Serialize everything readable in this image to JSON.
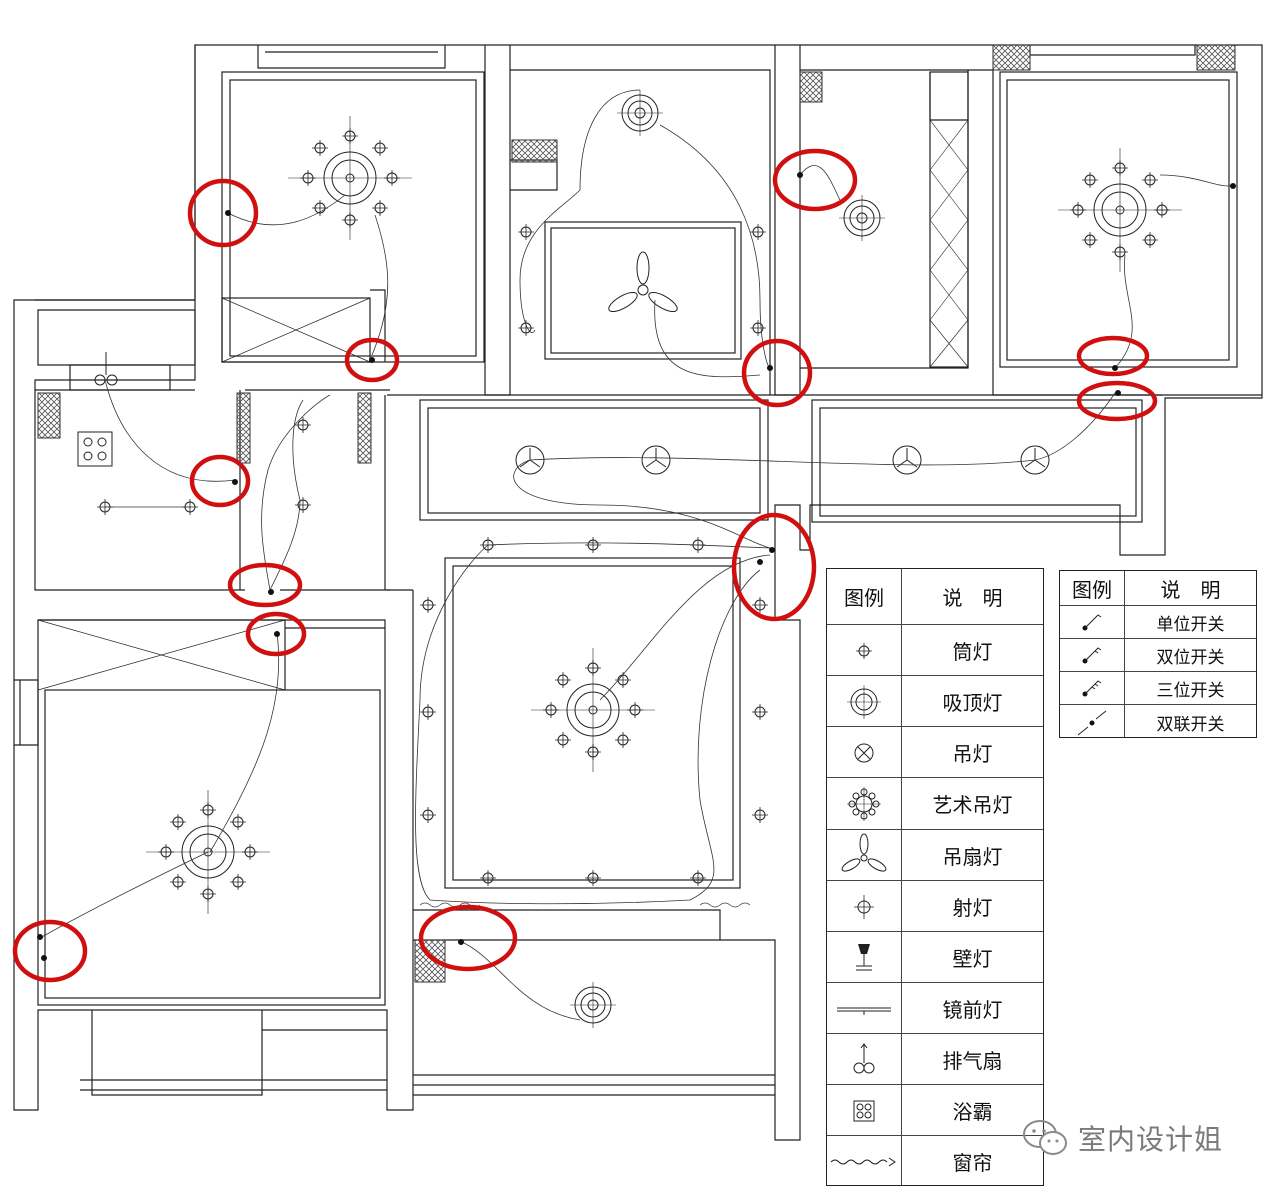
{
  "legend_main": {
    "header_symbol": "图例",
    "header_desc": "说　明",
    "items": [
      {
        "symbol": "downlight-icon",
        "label": "筒灯"
      },
      {
        "symbol": "ceiling-light-icon",
        "label": "吸顶灯"
      },
      {
        "symbol": "pendant-light-icon",
        "label": "吊灯"
      },
      {
        "symbol": "art-chandelier-icon",
        "label": "艺术吊灯"
      },
      {
        "symbol": "ceiling-fan-light-icon",
        "label": "吊扇灯"
      },
      {
        "symbol": "spotlight-icon",
        "label": "射灯"
      },
      {
        "symbol": "wall-lamp-icon",
        "label": "壁灯"
      },
      {
        "symbol": "mirror-light-icon",
        "label": "镜前灯"
      },
      {
        "symbol": "exhaust-fan-icon",
        "label": "排气扇"
      },
      {
        "symbol": "bath-heater-icon",
        "label": "浴霸"
      },
      {
        "symbol": "curtain-icon",
        "label": "窗帘"
      }
    ]
  },
  "legend_switch": {
    "header_symbol": "图例",
    "header_desc": "说　明",
    "items": [
      {
        "symbol": "single-switch-icon",
        "label": "单位开关"
      },
      {
        "symbol": "double-switch-icon",
        "label": "双位开关"
      },
      {
        "symbol": "triple-switch-icon",
        "label": "三位开关"
      },
      {
        "symbol": "dual-control-switch-icon",
        "label": "双联开关"
      }
    ]
  },
  "watermark": {
    "text": "室内设计姐",
    "icon": "wechat-icon"
  },
  "colors": {
    "line": "#222222",
    "highlight": "#d01010",
    "hatch": "#555555"
  }
}
